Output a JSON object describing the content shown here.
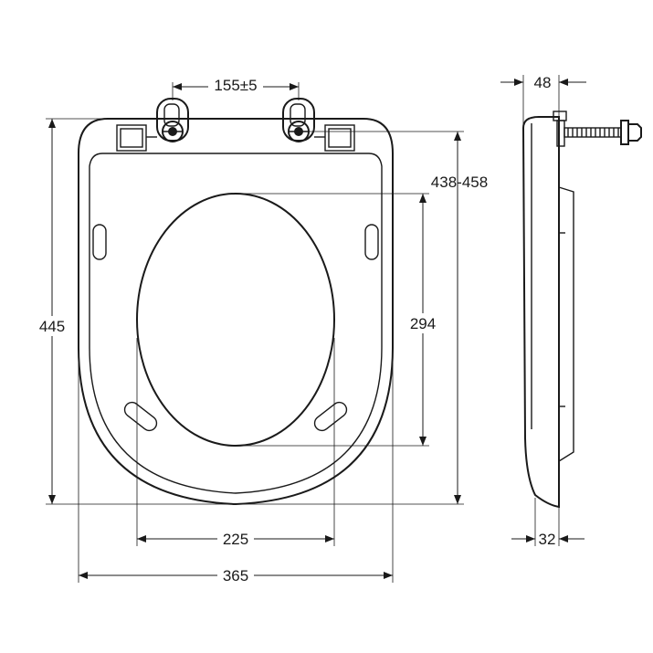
{
  "dimensions": {
    "hinge_spacing": "155±5",
    "fixing_range": "438-458",
    "overall_length": "445",
    "opening_length": "294",
    "opening_width": "225",
    "overall_width": "365",
    "side_height": "48",
    "seat_thickness": "32"
  },
  "colors": {
    "line": "#1a1a1a",
    "background": "#ffffff"
  }
}
